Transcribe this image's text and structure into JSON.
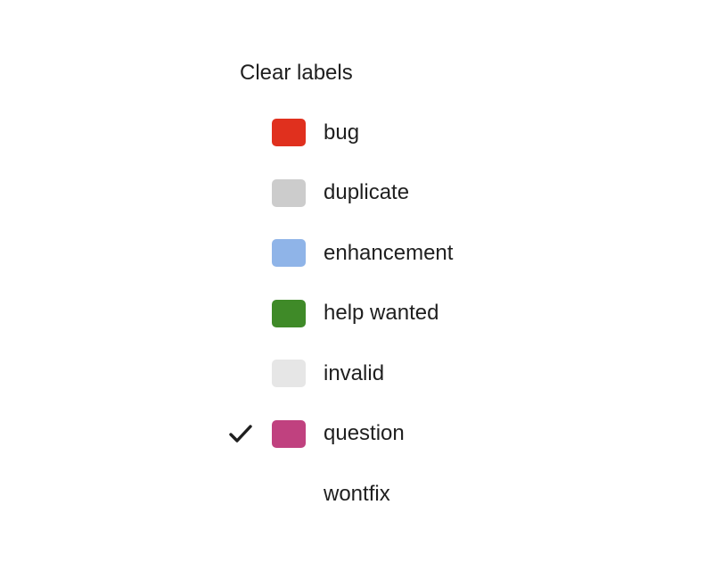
{
  "menu": {
    "clear_label": "Clear labels",
    "items": [
      {
        "label": "bug",
        "color": "#e0301e",
        "checked": false
      },
      {
        "label": "duplicate",
        "color": "#cccccc",
        "checked": false
      },
      {
        "label": "enhancement",
        "color": "#8fb4e8",
        "checked": false
      },
      {
        "label": "help wanted",
        "color": "#3f8a28",
        "checked": false
      },
      {
        "label": "invalid",
        "color": "#e6e6e6",
        "checked": false
      },
      {
        "label": "question",
        "color": "#c0417f",
        "checked": true
      },
      {
        "label": "wontfix",
        "color": "",
        "checked": false
      }
    ]
  },
  "icons": {
    "check": "check-icon"
  }
}
